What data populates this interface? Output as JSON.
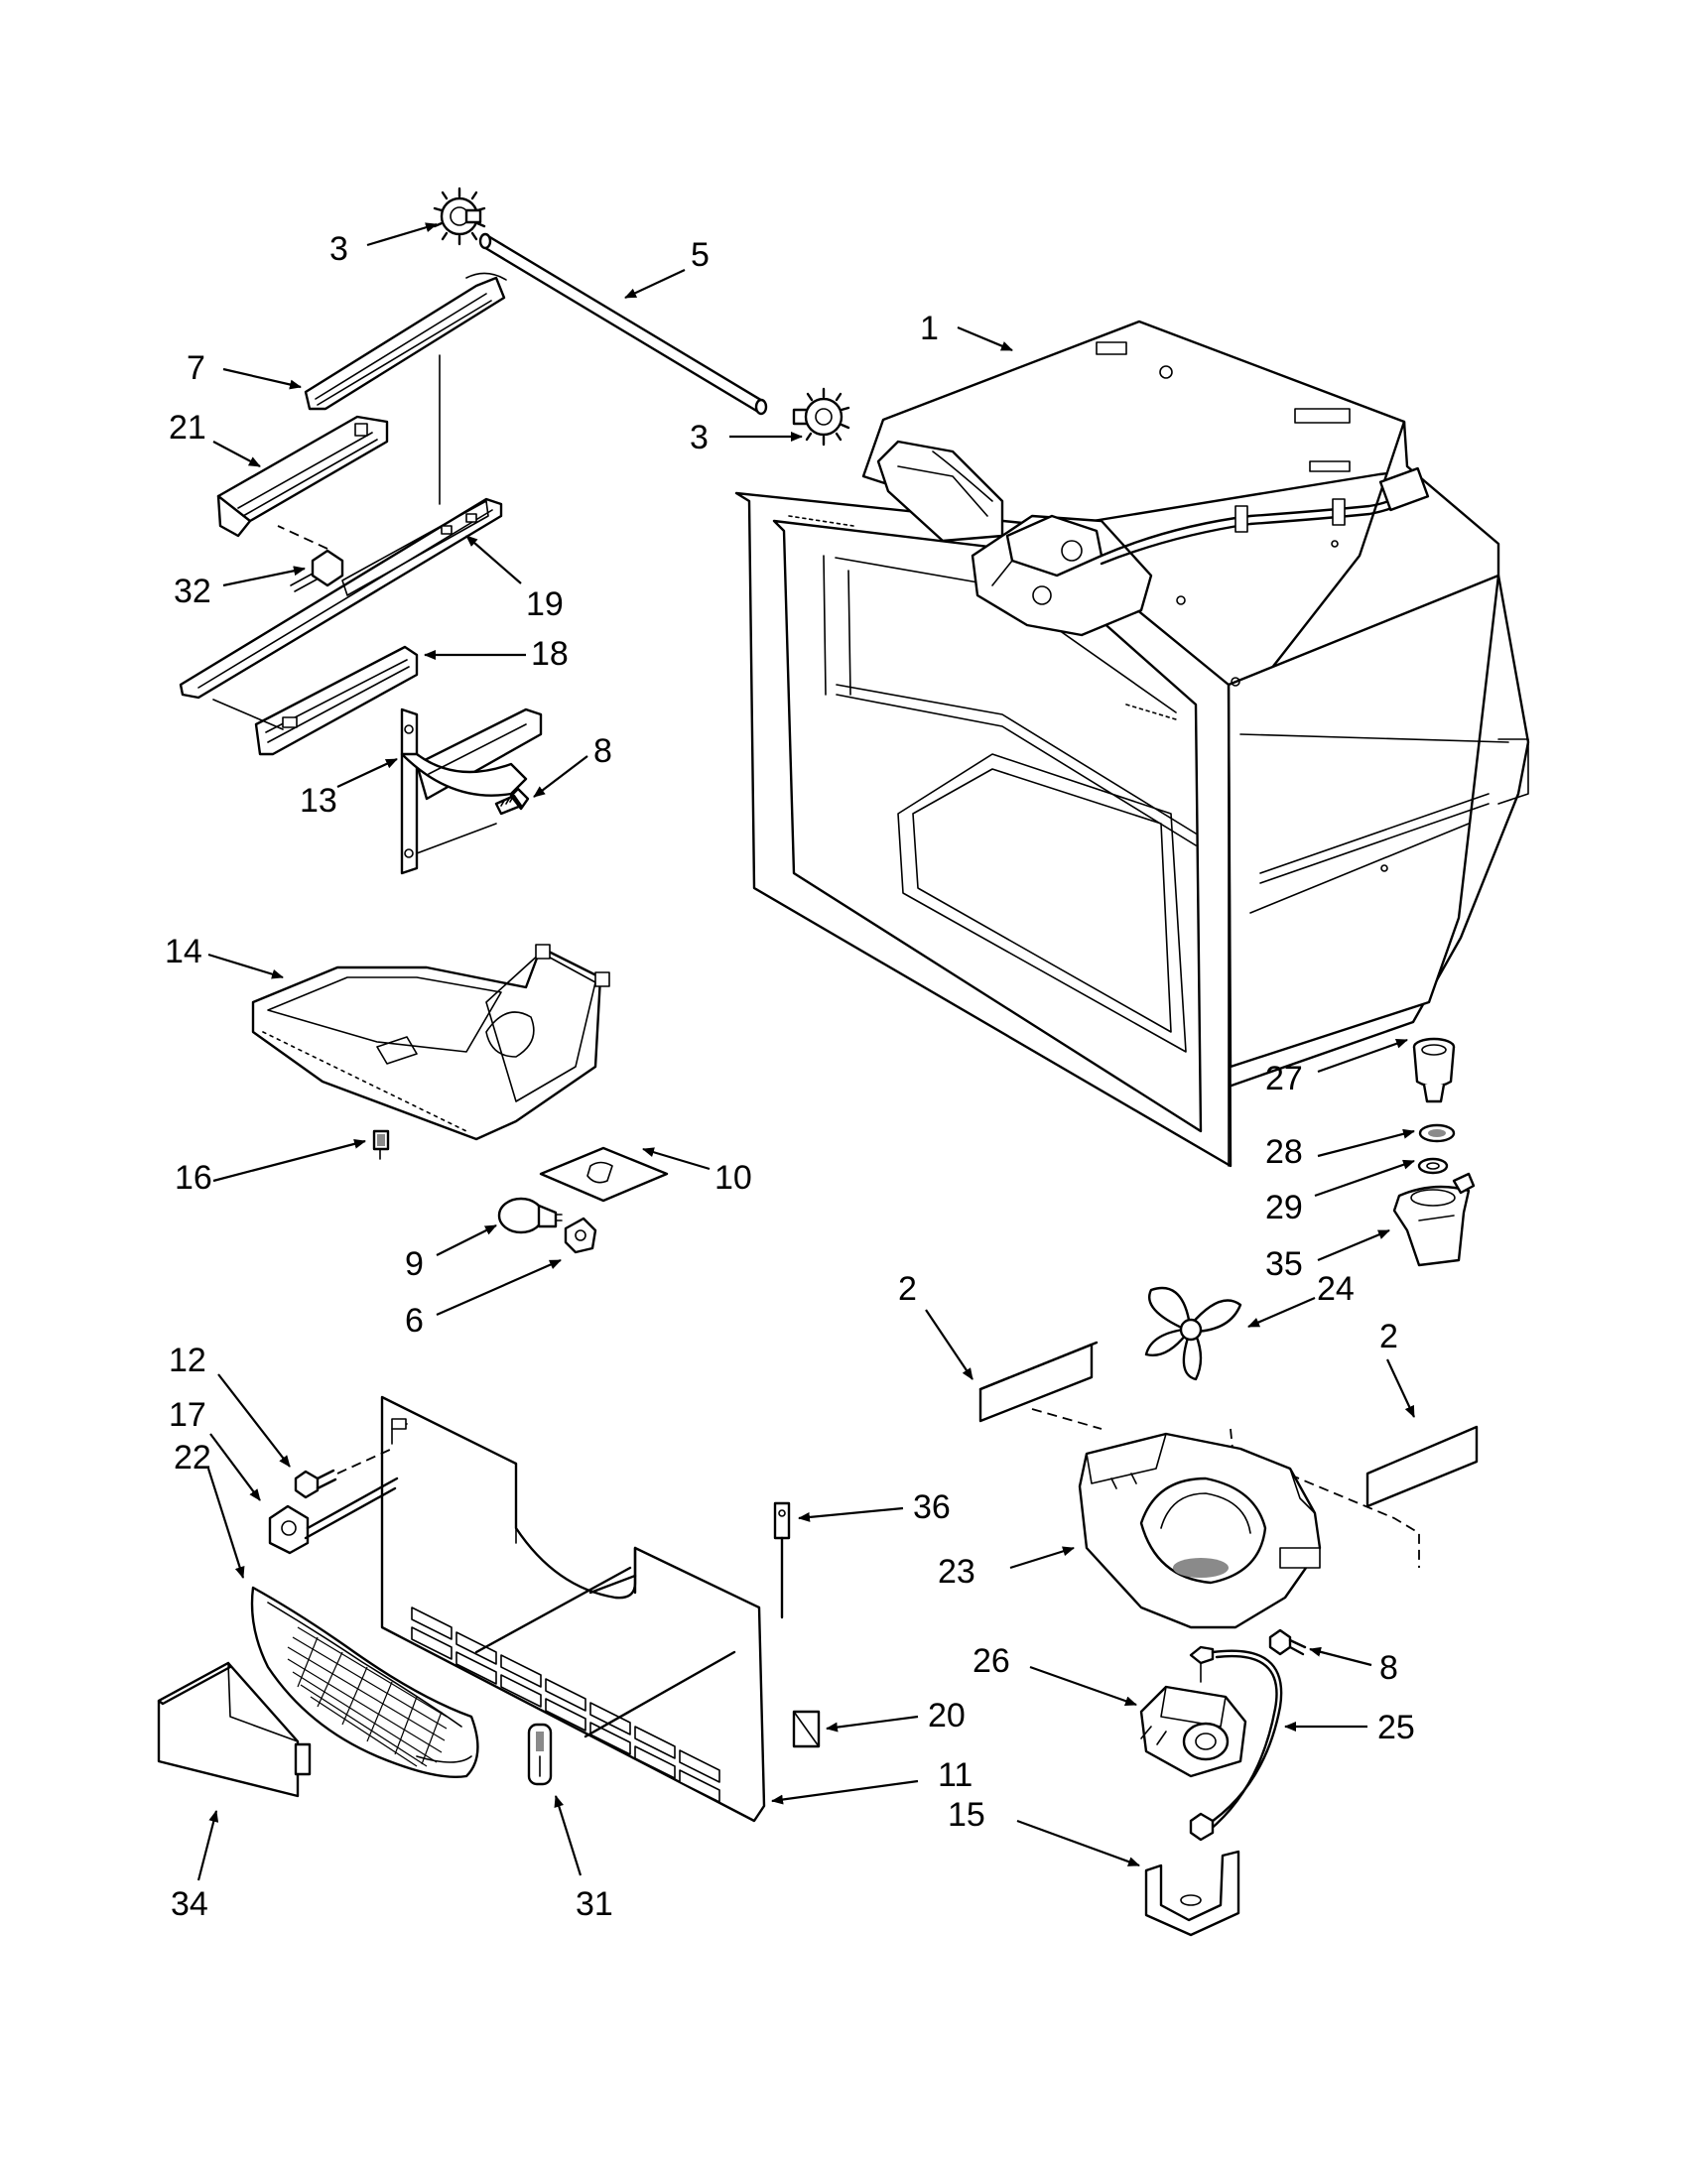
{
  "callouts": [
    {
      "id": "c3a",
      "label": "3"
    },
    {
      "id": "c5",
      "label": "5"
    },
    {
      "id": "c1",
      "label": "1"
    },
    {
      "id": "c7",
      "label": "7"
    },
    {
      "id": "c21",
      "label": "21"
    },
    {
      "id": "c3b",
      "label": "3"
    },
    {
      "id": "c32",
      "label": "32"
    },
    {
      "id": "c19",
      "label": "19"
    },
    {
      "id": "c18",
      "label": "18"
    },
    {
      "id": "c8a",
      "label": "8"
    },
    {
      "id": "c13",
      "label": "13"
    },
    {
      "id": "c14",
      "label": "14"
    },
    {
      "id": "c27",
      "label": "27"
    },
    {
      "id": "c28",
      "label": "28"
    },
    {
      "id": "c16",
      "label": "16"
    },
    {
      "id": "c10",
      "label": "10"
    },
    {
      "id": "c29",
      "label": "29"
    },
    {
      "id": "c9",
      "label": "9"
    },
    {
      "id": "c35",
      "label": "35"
    },
    {
      "id": "c6",
      "label": "6"
    },
    {
      "id": "c2a",
      "label": "2"
    },
    {
      "id": "c24",
      "label": "24"
    },
    {
      "id": "c2b",
      "label": "2"
    },
    {
      "id": "c12",
      "label": "12"
    },
    {
      "id": "c17",
      "label": "17"
    },
    {
      "id": "c22",
      "label": "22"
    },
    {
      "id": "c36",
      "label": "36"
    },
    {
      "id": "c23",
      "label": "23"
    },
    {
      "id": "c26",
      "label": "26"
    },
    {
      "id": "c8b",
      "label": "8"
    },
    {
      "id": "c20",
      "label": "20"
    },
    {
      "id": "c25",
      "label": "25"
    },
    {
      "id": "c11",
      "label": "11"
    },
    {
      "id": "c15",
      "label": "15"
    },
    {
      "id": "c34",
      "label": "34"
    },
    {
      "id": "c31",
      "label": "31"
    }
  ]
}
